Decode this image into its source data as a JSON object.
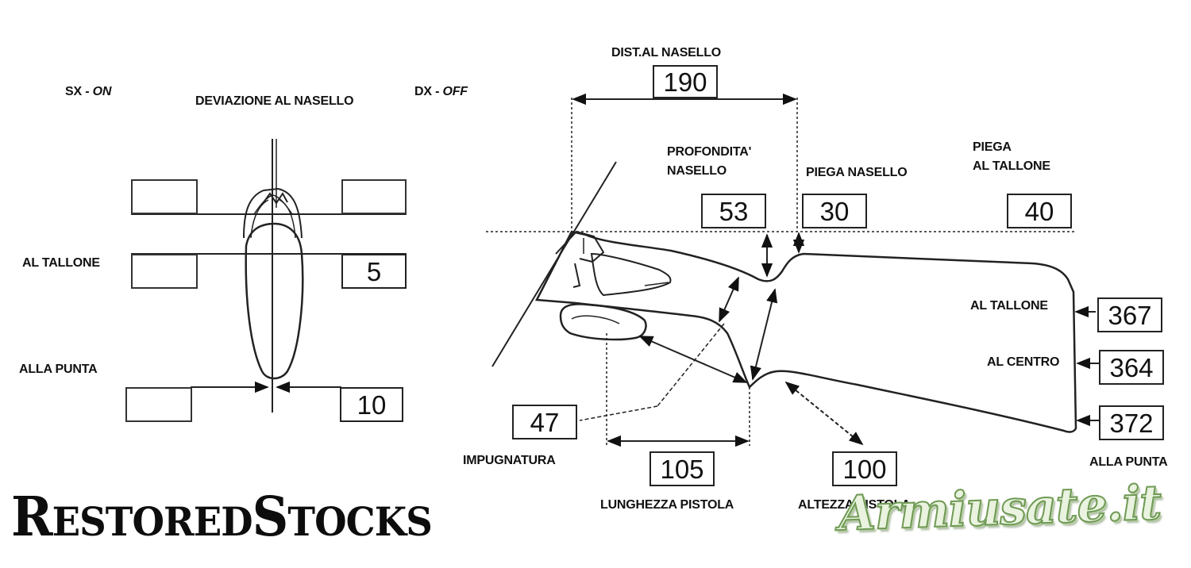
{
  "left_view": {
    "sx_label": "SX - ",
    "sx_state": "ON",
    "dx_label": "DX - ",
    "dx_state": "OFF",
    "title": "DEVIAZIONE AL NASELLO",
    "heel_label": "AL TALLONE",
    "heel_value": "5",
    "toe_label": "ALLA PUNTA",
    "toe_value": "10"
  },
  "side_view": {
    "dist_nasello_label": "DIST.AL NASELLO",
    "dist_nasello_value": "190",
    "profondita_label_line1": "PROFONDITA'",
    "profondita_label_line2": "NASELLO",
    "profondita_value": "53",
    "piega_nasello_label": "PIEGA NASELLO",
    "piega_nasello_value": "30",
    "piega_tallone_line1": "PIEGA",
    "piega_tallone_line2": "AL TALLONE",
    "piega_tallone_value": "40",
    "length_heel_label": "AL TALLONE",
    "length_heel_value": "367",
    "length_center_label": "AL CENTRO",
    "length_center_value": "364",
    "length_toe_label": "ALLA PUNTA",
    "length_toe_value": "372",
    "impugnatura_label": "IMPUGNATURA",
    "impugnatura_value": "47",
    "lunghezza_label": "LUNGHEZZA PISTOLA",
    "lunghezza_value": "105",
    "altezza_label": "ALTEZZA PISTOLA",
    "altezza_value": "100"
  },
  "logos": {
    "left_big1": "R",
    "left_small1": "ESTORED",
    "left_big2": "S",
    "left_small2": "TOCKS",
    "right": "Armiusate.it"
  }
}
